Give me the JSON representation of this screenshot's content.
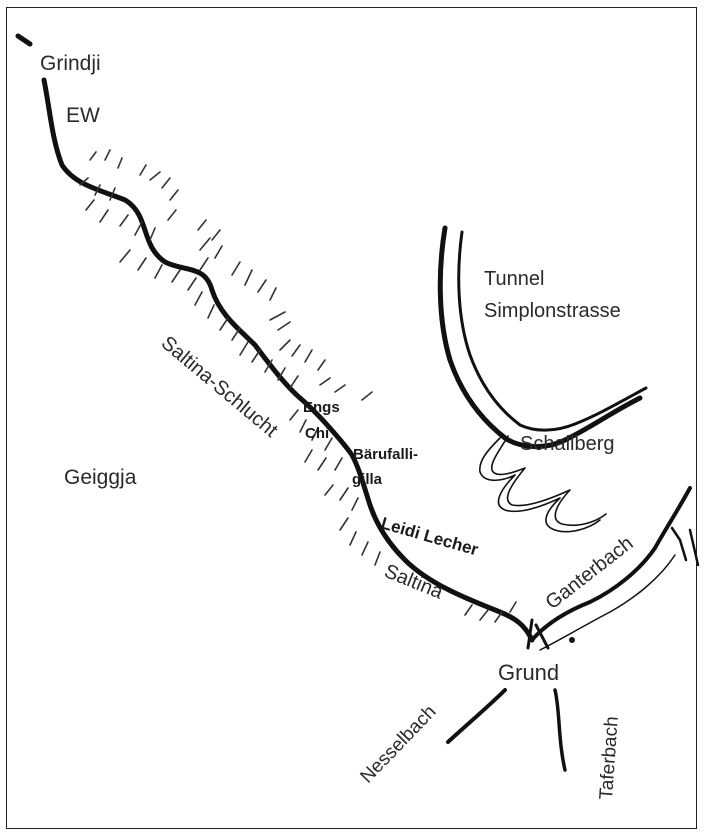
{
  "map": {
    "colors": {
      "ink": "#111111",
      "label": "#2a2a2a",
      "background": "#ffffff"
    },
    "labels": {
      "grindji": "Grindji",
      "ew": "EW",
      "geiggja": "Geiggja",
      "saltina_schlucht": "Saltina-Schlucht",
      "tunnel": "Tunnel",
      "simplonstrasse": "Simplonstrasse",
      "schallberg": "Schallberg",
      "engs": "Engs",
      "chi": "Chi",
      "baerufalli": "Bärufalli-",
      "gilla": "gilla",
      "leidi_lecher": "Leidi Lecher",
      "saltina": "Saltina",
      "ganterbach": "Ganterbach",
      "grund": "Grund",
      "nesselbach": "Nesselbach",
      "taferbach": "Taferbach"
    }
  }
}
